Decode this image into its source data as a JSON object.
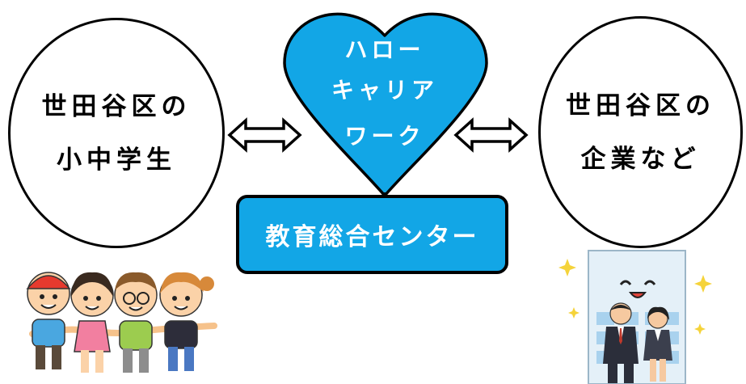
{
  "left_node": {
    "lines": [
      "世田谷区の",
      "小中学生"
    ]
  },
  "right_node": {
    "lines": [
      "世田谷区の",
      "企業など"
    ]
  },
  "center_heart": {
    "lines": [
      "ハロー",
      "キャリア",
      "ワーク"
    ]
  },
  "center_box": {
    "label": "教育総合センター"
  },
  "colors": {
    "accent": "#12a6e6",
    "outline": "#000000"
  },
  "icons": {
    "arrows": "double-headed-arrow-icon",
    "left_illustration": "children-holding-hands-illustration",
    "right_illustration": "office-building-business-people-illustration"
  }
}
